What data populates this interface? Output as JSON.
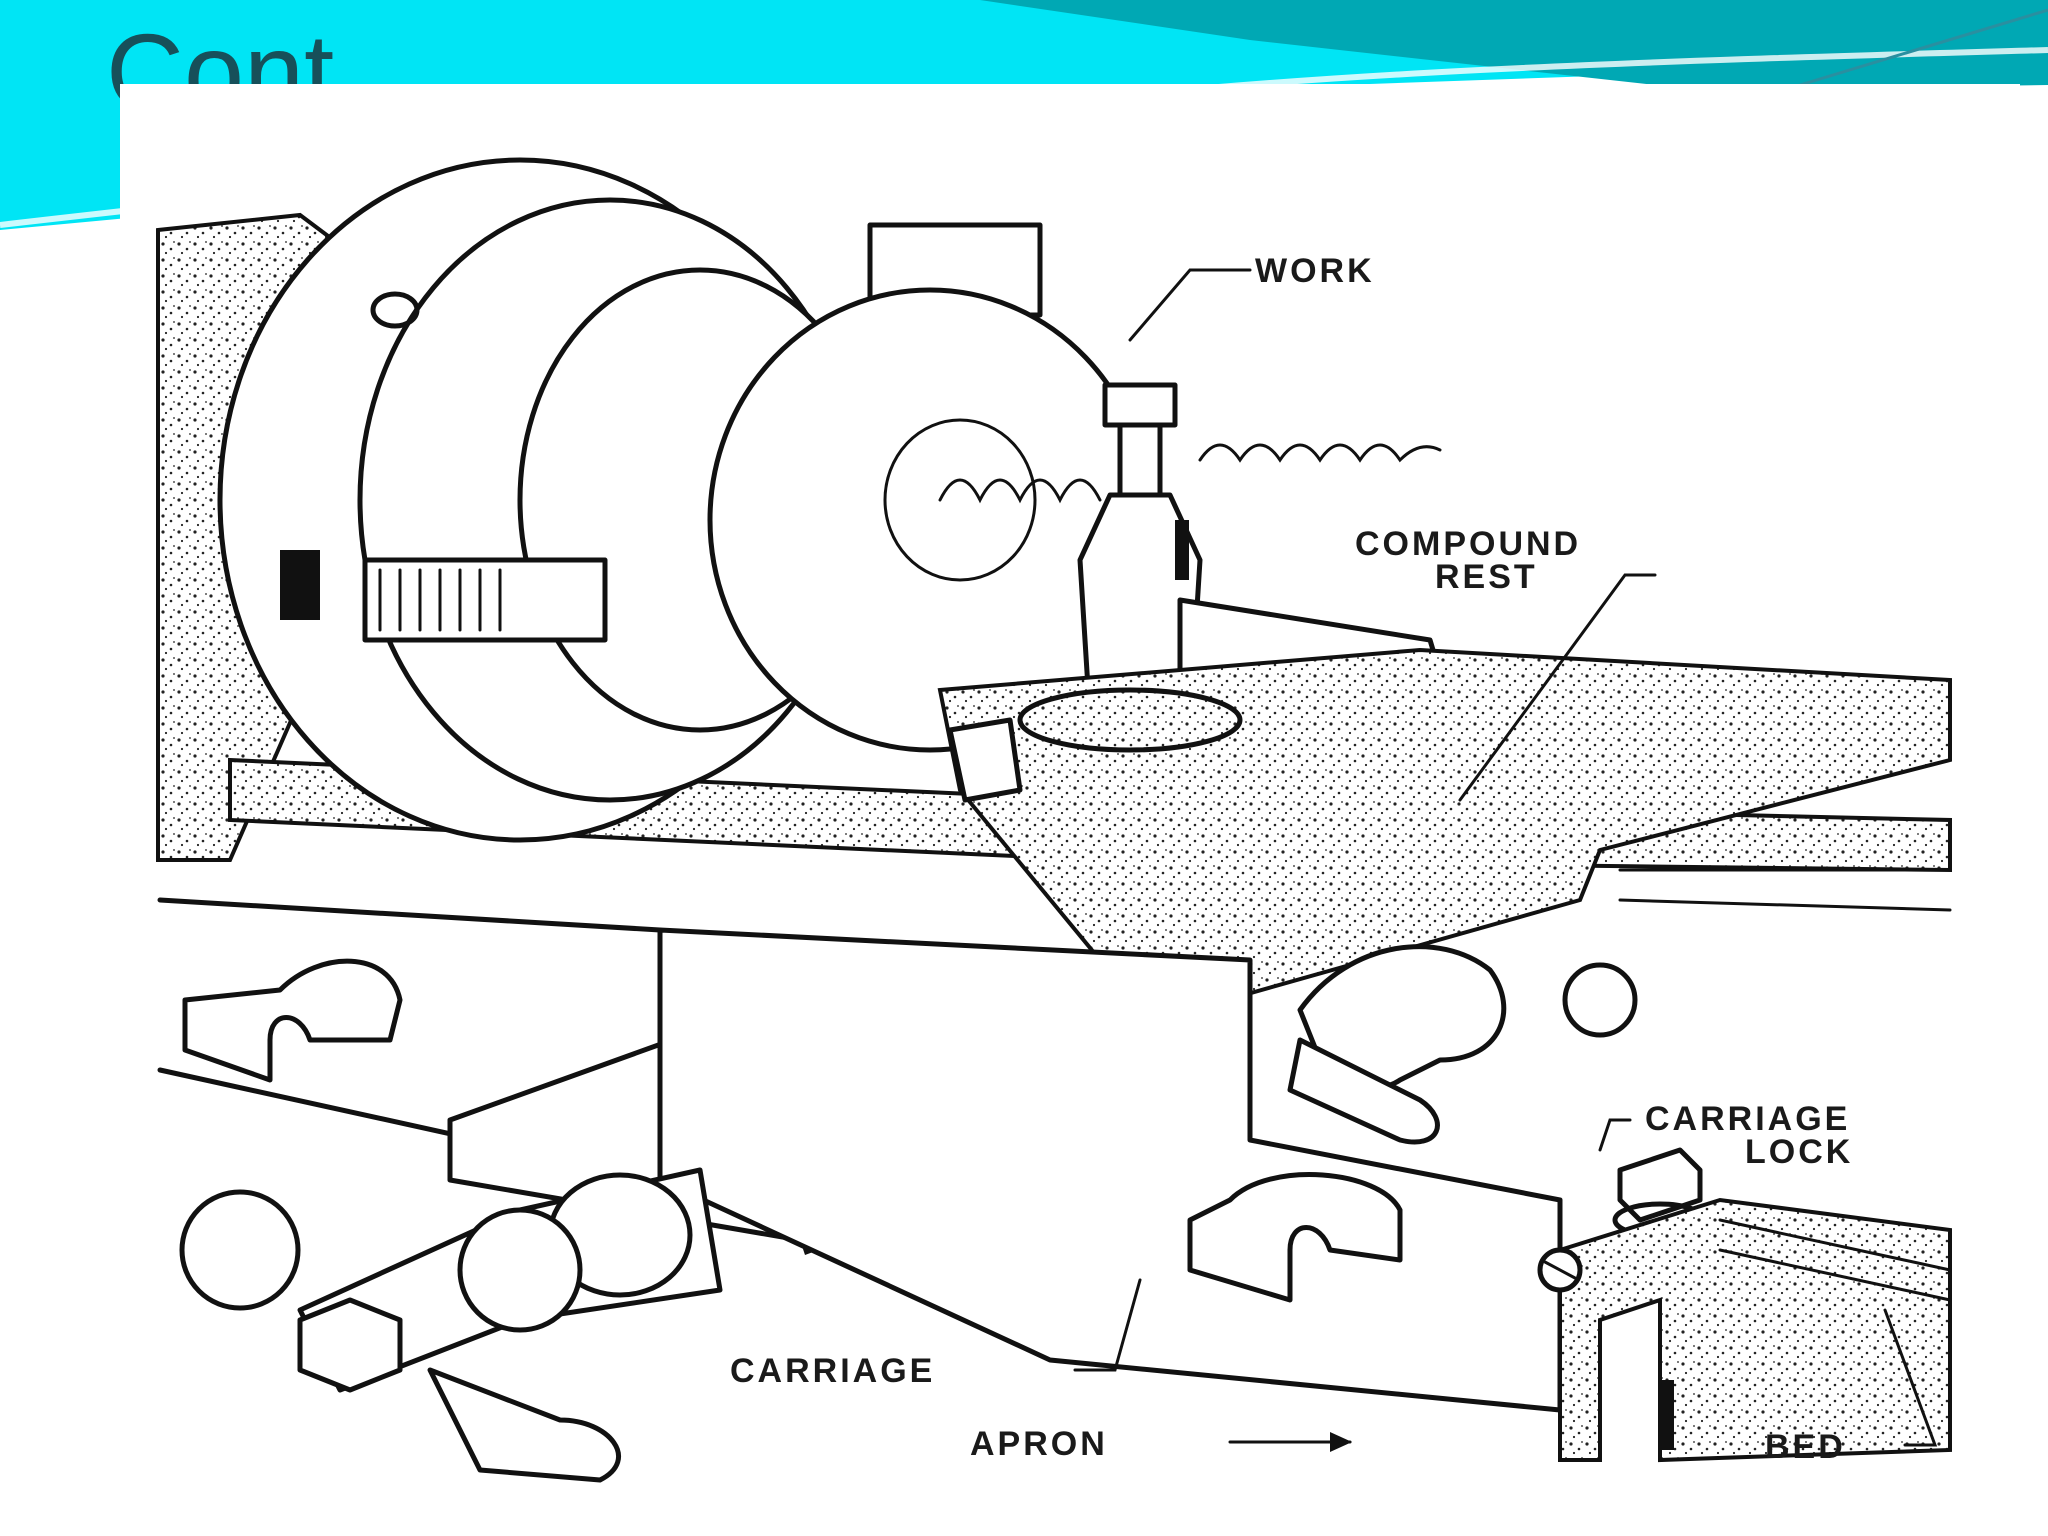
{
  "slide": {
    "title": "Cont",
    "theme_colors": {
      "band_light": "#00e5f5",
      "band_dark": "#00a8b4",
      "title_text": "#17505a"
    }
  },
  "figure": {
    "labels": {
      "work": "WORK",
      "compound_rest_line1": "COMPOUND",
      "compound_rest_line2": "REST",
      "carriage_lock_line1": "CARRIAGE",
      "carriage_lock_line2": "LOCK",
      "carriage": "CARRIAGE",
      "apron": "APRON",
      "bed": "BED"
    }
  }
}
